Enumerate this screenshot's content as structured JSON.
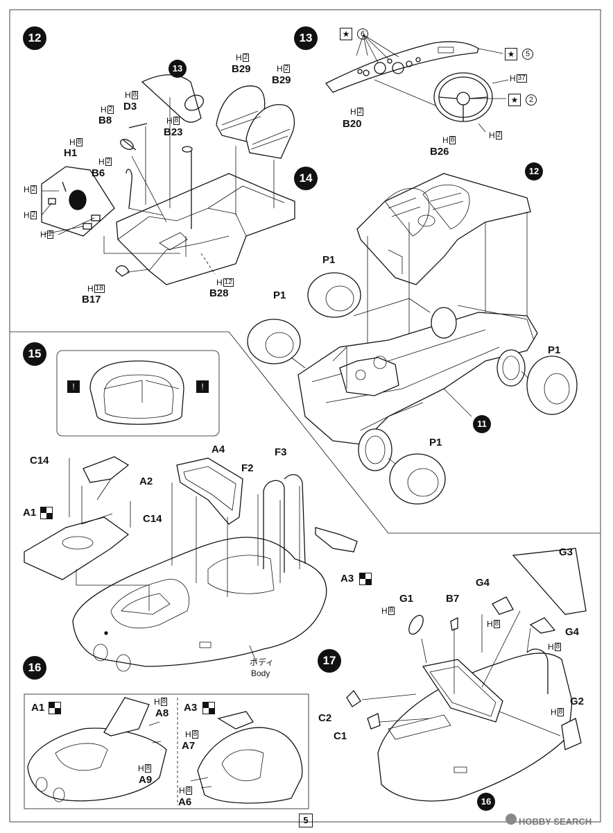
{
  "steps": {
    "s11": "11",
    "s12": "12",
    "s13": "13",
    "s14": "14",
    "s15": "15",
    "s16": "16",
    "s17": "17"
  },
  "parts": {
    "B29": "B29",
    "D3": "D3",
    "B8": "B8",
    "B23": "B23",
    "H1": "H1",
    "B6": "B6",
    "B17": "B17",
    "B28": "B28",
    "B20": "B20",
    "B26": "B26",
    "P1": "P1",
    "C14": "C14",
    "A1": "A1",
    "A2": "A2",
    "A3": "A3",
    "A4": "A4",
    "F2": "F2",
    "F3": "F3",
    "A6": "A6",
    "A7": "A7",
    "A8": "A8",
    "A9": "A9",
    "G1": "G1",
    "G2": "G2",
    "G3": "G3",
    "G4": "G4",
    "B7": "B7",
    "C1": "C1",
    "C2": "C2"
  },
  "colors": {
    "H": "H",
    "n2": "2",
    "n8": "8",
    "n12": "12",
    "n18": "18",
    "n37": "37"
  },
  "decals": {
    "d6": "6",
    "d5": "5",
    "d2": "2"
  },
  "body_label": {
    "jp": "ボディ",
    "en": "Body"
  },
  "page_number": "5",
  "watermark": "HOBBY SEARCH"
}
